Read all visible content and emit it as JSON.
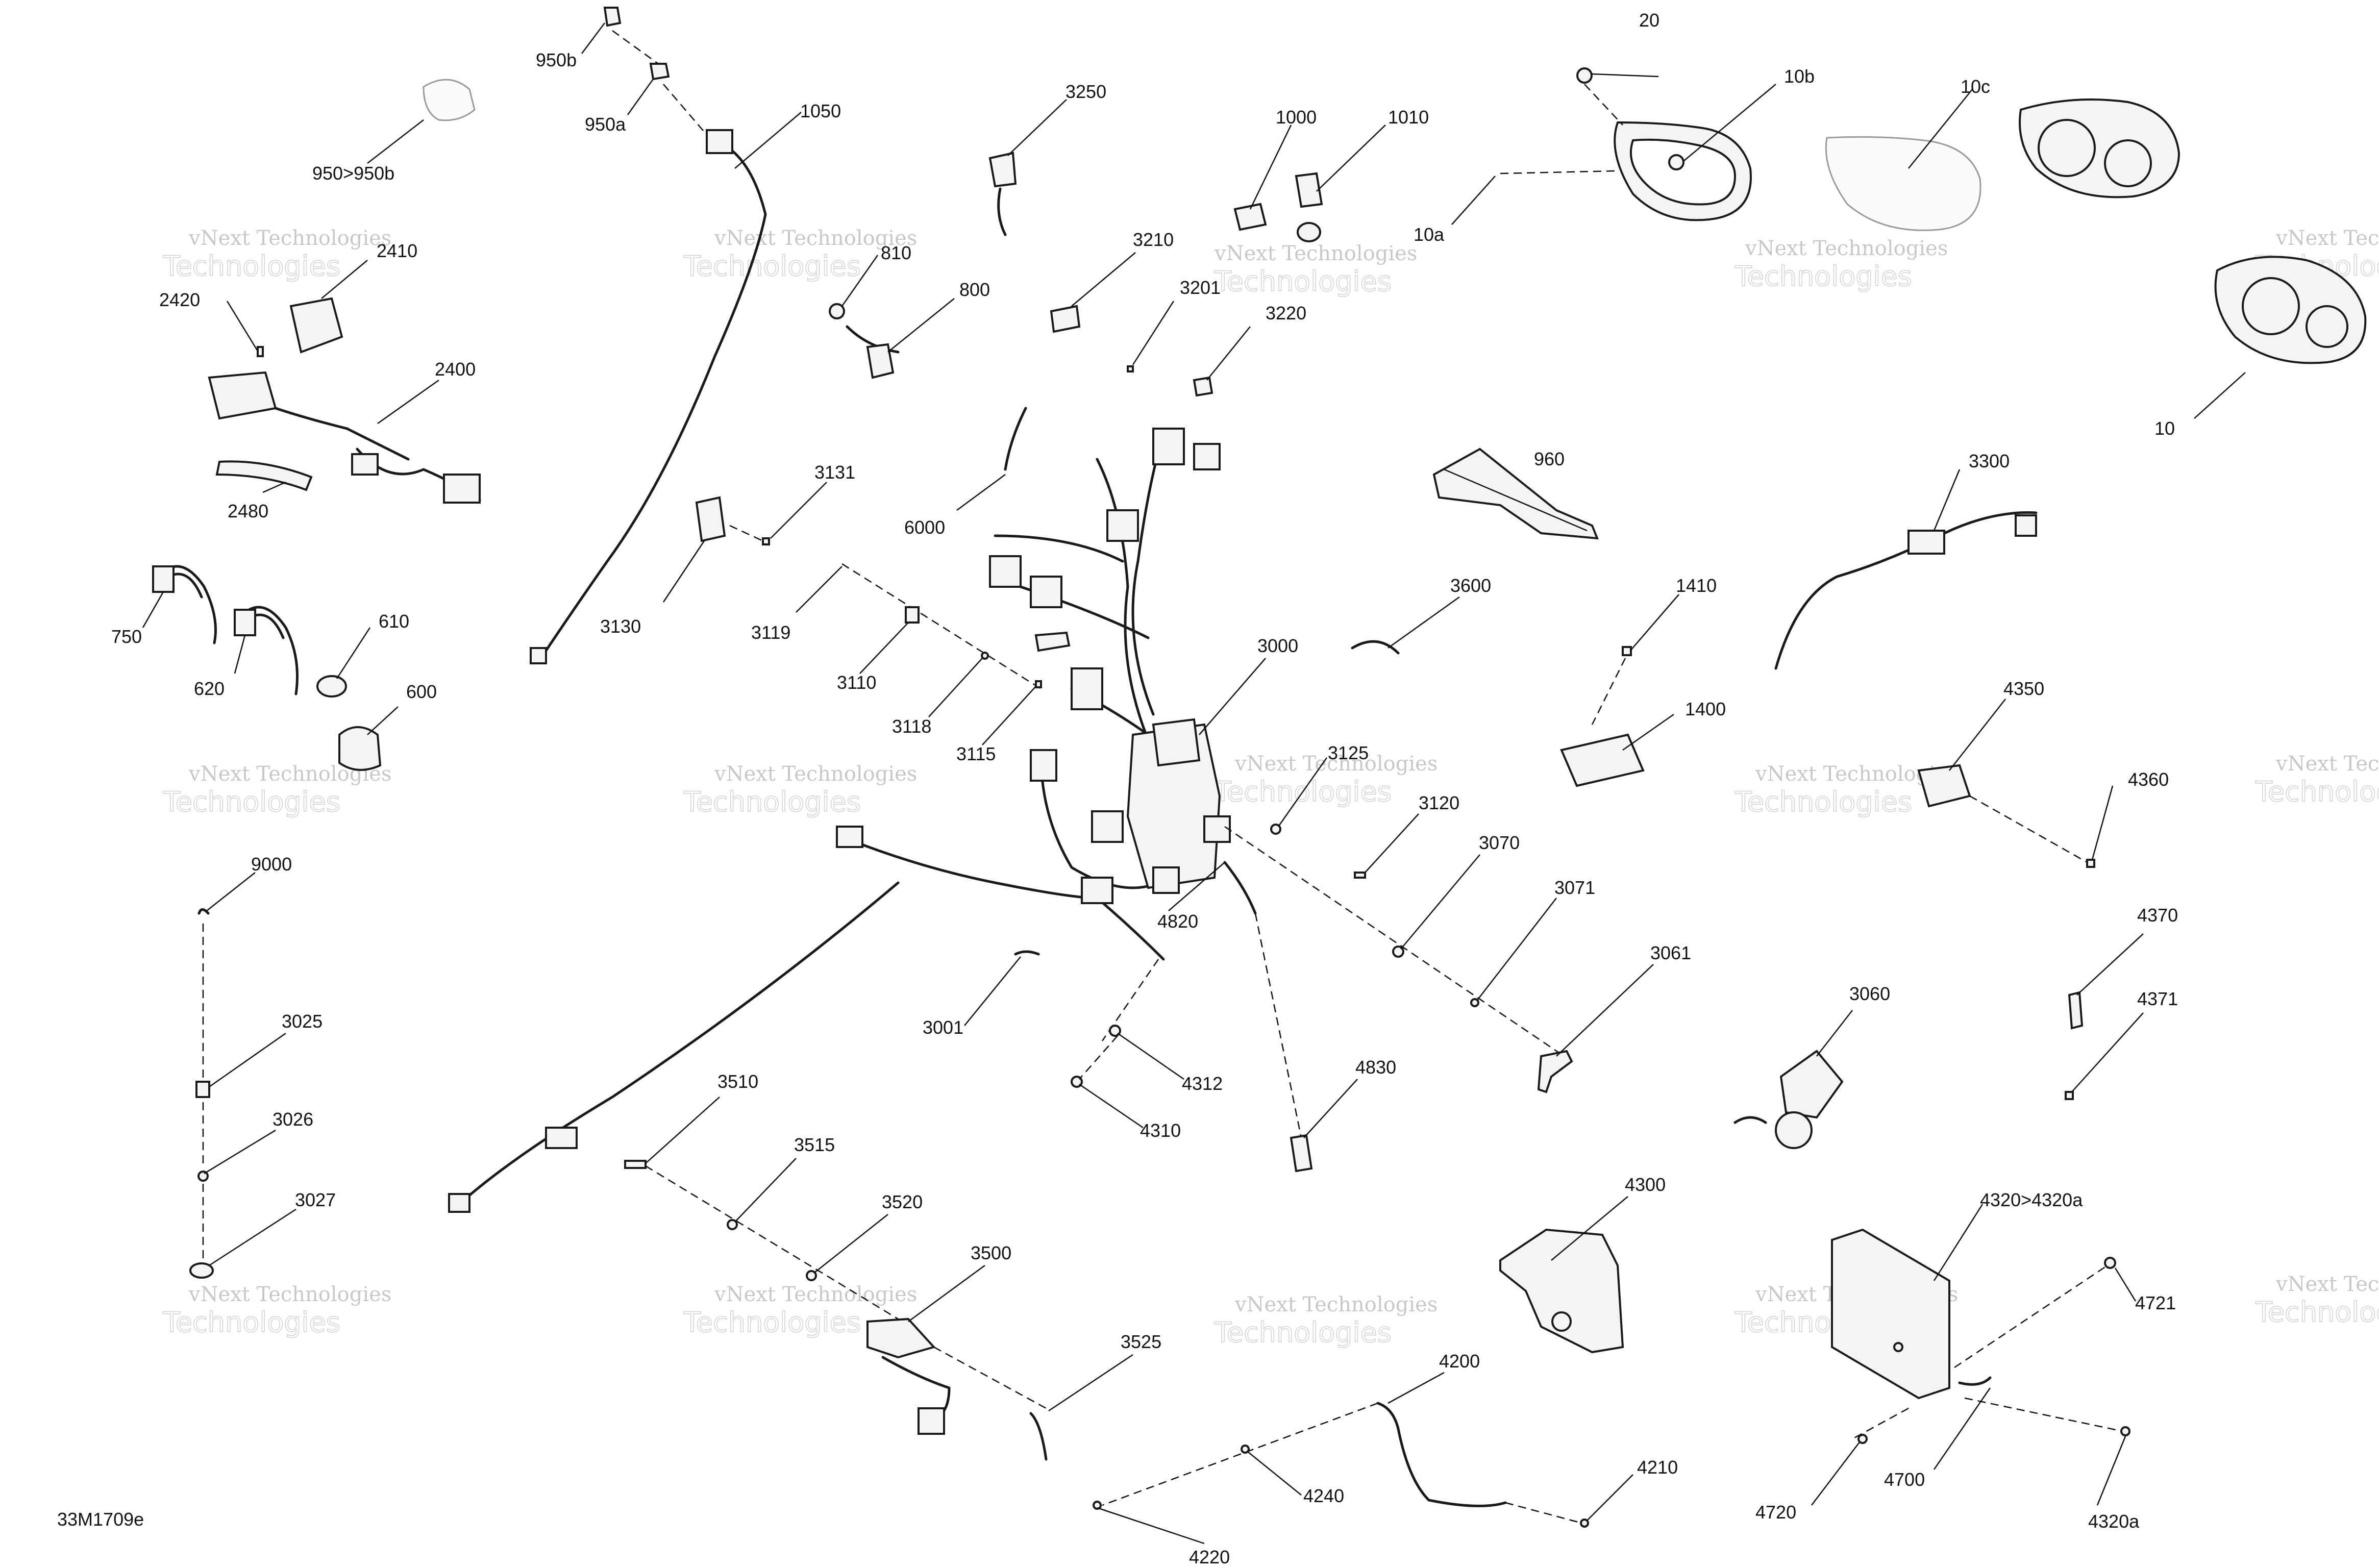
{
  "drawing_code": "33M1709e",
  "watermark": {
    "line1": "vNext Technologies",
    "line2": "Technologies"
  },
  "labels": {
    "p20": "20",
    "p10b": "10b",
    "p10c": "10c",
    "p10a": "10a",
    "p10": "10",
    "p950b": "950b",
    "p950a": "950a",
    "p950": "950>950b",
    "p1050": "1050",
    "p3250": "3250",
    "p1000": "1000",
    "p1010": "1010",
    "p810": "810",
    "p800": "800",
    "p3210": "3210",
    "p3201": "3201",
    "p3220": "3220",
    "p2410": "2410",
    "p2420": "2420",
    "p2400": "2400",
    "p2480": "2480",
    "p6000": "6000",
    "p3131": "3131",
    "p960": "960",
    "p3300": "3300",
    "p3130": "3130",
    "p3119": "3119",
    "p3600": "3600",
    "p1410": "1410",
    "p750": "750",
    "p610": "610",
    "p620": "620",
    "p3110": "3110",
    "p3000": "3000",
    "p600": "600",
    "p3118": "3118",
    "p1400": "1400",
    "p4350": "4350",
    "p3115": "3115",
    "p3125": "3125",
    "p4360": "4360",
    "p3120": "3120",
    "p9000": "9000",
    "p3070": "3070",
    "p3071": "3071",
    "p4370": "4370",
    "p4820": "4820",
    "p3061": "3061",
    "p4371": "4371",
    "p3060": "3060",
    "p3025": "3025",
    "p3001": "3001",
    "p4312": "4312",
    "p4830": "4830",
    "p3510": "3510",
    "p4310": "4310",
    "p3026": "3026",
    "p3515": "3515",
    "p4300": "4300",
    "p4320": "4320>4320a",
    "p3027": "3027",
    "p3520": "3520",
    "p3500": "3500",
    "p4721": "4721",
    "p3525": "3525",
    "p4200": "4200",
    "p4700": "4700",
    "p4240": "4240",
    "p4210": "4210",
    "p4720": "4720",
    "p4320a": "4320a",
    "p4220": "4220"
  }
}
